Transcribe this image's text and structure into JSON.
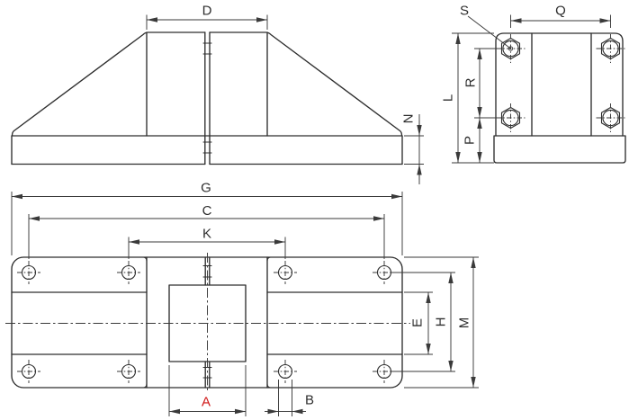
{
  "drawing": {
    "colors": {
      "line": "#2e2e2e",
      "dim": "#3a3a3a",
      "highlight": "#d01616",
      "background": "#ffffff"
    }
  },
  "views": {
    "front": {
      "dims": {
        "D": "D",
        "N": "N"
      }
    },
    "side": {
      "dims": {
        "S": "S",
        "Q": "Q",
        "L": "L",
        "R": "R",
        "P": "P"
      }
    },
    "plan": {
      "dims": {
        "G": "G",
        "C": "C",
        "K": "K",
        "M": "M",
        "H": "H",
        "E": "E",
        "A": "A",
        "B": "B"
      }
    }
  }
}
